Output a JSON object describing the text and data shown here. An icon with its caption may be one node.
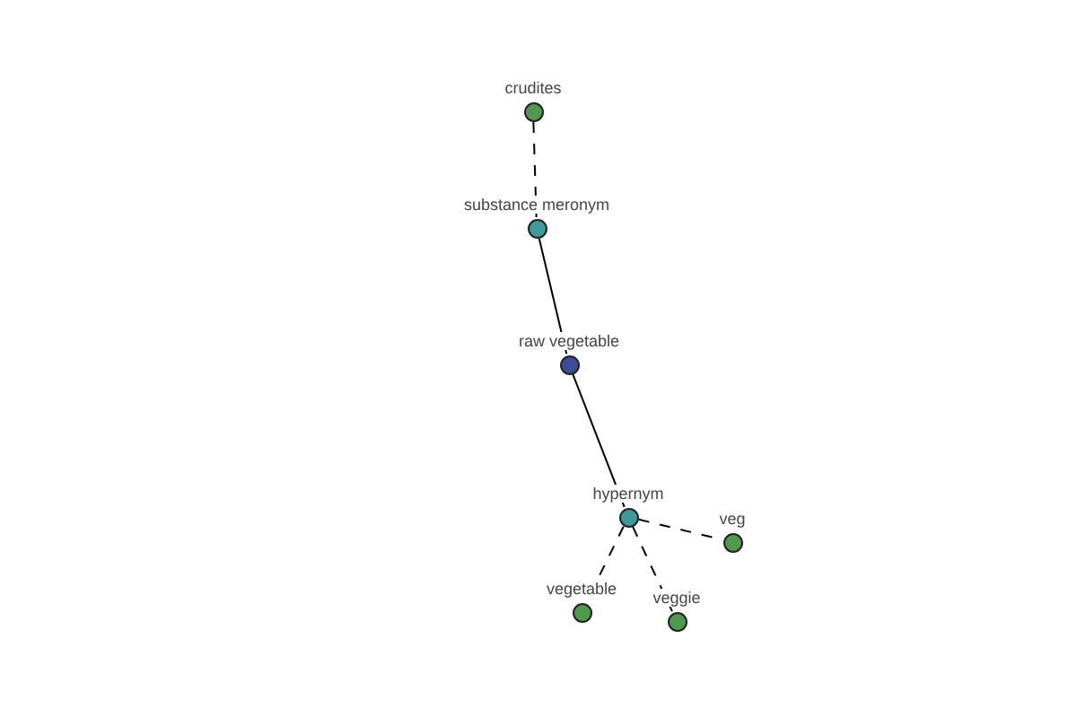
{
  "diagram": {
    "nodes": [
      {
        "text": [
          "crudites"
        ]
      },
      {
        "text": [
          "substance meronym"
        ]
      },
      {
        "text": [
          "raw vegetable"
        ]
      },
      {
        "text": [
          "hypernym"
        ]
      },
      {
        "text": [
          "veg"
        ]
      },
      {
        "text": [
          "vegetable"
        ]
      },
      {
        "text": [
          "veggie"
        ]
      }
    ],
    "edges": [
      {
        "from": 0,
        "to": 1,
        "arrow": "none",
        "style": "dashed"
      },
      {
        "from": 1,
        "to": 2,
        "arrow": "none"
      },
      {
        "from": 2,
        "to": 3,
        "arrow": "none"
      },
      {
        "from": 3,
        "to": 4,
        "arrow": "none",
        "style": "dashed"
      },
      {
        "from": 3,
        "to": 5,
        "arrow": "none",
        "style": "dashed"
      },
      {
        "from": 3,
        "to": 6,
        "arrow": "none",
        "style": "dashed"
      }
    ]
  }
}
